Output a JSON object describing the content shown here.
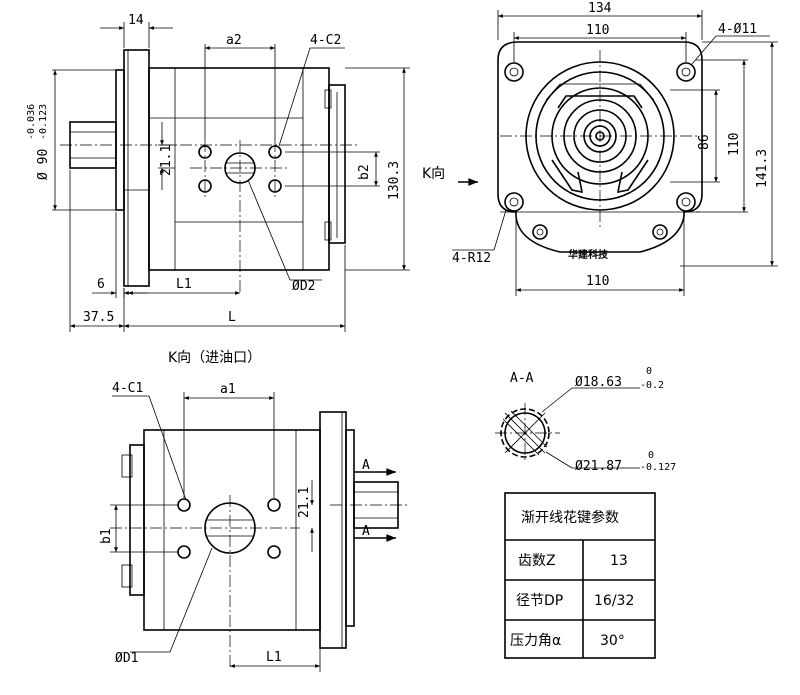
{
  "side_view": {
    "dim_14": "14",
    "dim_a2": "a2",
    "dim_4c2": "4-C2",
    "dim_tol_upper": "-0.036",
    "dim_tol_lower": "-0.123",
    "dim_phi90": "Ø 90",
    "dim_21_1": "21.1",
    "dim_b2": "b2",
    "dim_130_3": "130.3",
    "dim_6": "6",
    "dim_l1": "L1",
    "dim_phid2": "ØD2",
    "dim_37_5": "37.5",
    "dim_l": "L"
  },
  "k_arrow": "K向",
  "front_view": {
    "dim_134": "134",
    "dim_110_top": "110",
    "dim_4phi11": "4-Ø11",
    "dim_86": "86",
    "dim_110_right": "110",
    "dim_141_3": "141.3",
    "dim_4r12": "4-R12",
    "dim_110_bottom": "110",
    "nameplate": "华建科技"
  },
  "k_view": {
    "title": "K向（进油口）",
    "dim_4c1": "4-C1",
    "dim_a1": "a1",
    "dim_b1": "b1",
    "dim_21_1": "21.1",
    "dim_a_top": "A",
    "dim_a_bottom": "A",
    "dim_phid1": "ØD1",
    "dim_l1": "L1"
  },
  "section": {
    "title": "A-A",
    "phi_major": "Ø18.63",
    "phi_major_tol_upper": "0",
    "phi_major_tol_lower": "-0.2",
    "phi_minor": "Ø21.87",
    "phi_minor_tol_upper": "0",
    "phi_minor_tol_lower": "-0.127"
  },
  "spline_table": {
    "header": "渐开线花键参数",
    "rows": [
      {
        "label": "齿数Z",
        "value": "13"
      },
      {
        "label": "径节DP",
        "value": "16/32"
      },
      {
        "label": "压力角α",
        "value": "30°"
      }
    ]
  }
}
